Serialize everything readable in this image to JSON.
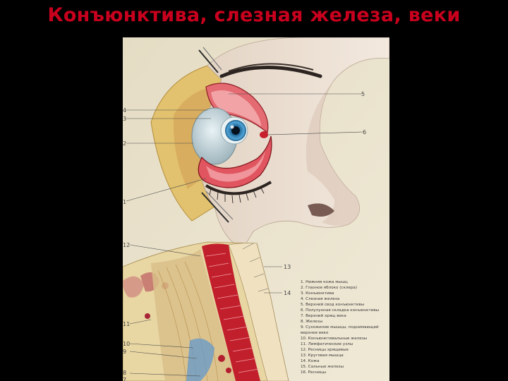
{
  "slide": {
    "title": "Конъюнктива, слезная железа, веки"
  },
  "figure": {
    "callouts": [
      "5",
      "4",
      "3",
      "6",
      "2",
      "1",
      "12",
      "13",
      "14",
      "11",
      "10",
      "9",
      "8",
      "7"
    ],
    "legend": [
      "1. Нижняя кожа мышц",
      "2. Глазное яблоко (склера)",
      "3. Конъюнктива",
      "4. Слезная железа",
      "5. Верхний свод конъюнктивы",
      "6. Полулунная складка конъюнктивы",
      "7. Верхний хрящ века",
      "8. Железы",
      "9. Сухожилие мышцы, поднимающей",
      "   верхнее веко",
      "10. Конъюнктивальные железы",
      "11. Лимфатические узлы",
      "12. Ресницы хрящевые",
      "13. Круговая мышца",
      "14. Кожа",
      "15. Сальные железы",
      "16. Ресницы"
    ]
  },
  "colors": {
    "title": "#c8001e",
    "background": "#000000",
    "paper": "#ece5cf"
  }
}
